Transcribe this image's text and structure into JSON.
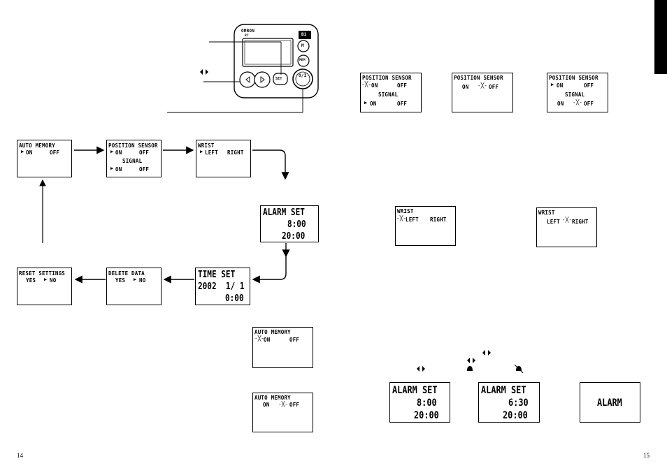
{
  "page": {
    "left_number": "14",
    "right_number": "15"
  },
  "device": {
    "brand": "OMRON",
    "model": "R7",
    "badge": "B1",
    "button_m": "M",
    "button_mem": "MEM",
    "button_set": "SET",
    "button_power": "O/I"
  },
  "flow": {
    "auto_memory": {
      "title": "AUTO MEMORY",
      "on": "ON",
      "off": "OFF"
    },
    "position_sensor": {
      "title": "POSITION SENSOR",
      "on": "ON",
      "off": "OFF",
      "signal": "SIGNAL",
      "on2": "ON",
      "off2": "OFF"
    },
    "wrist": {
      "title": "WRIST",
      "left": "LEFT",
      "right": "RIGHT"
    },
    "alarm_set": {
      "title": "ALARM SET",
      "time1": "8:00",
      "time2": "20:00"
    },
    "time_set": {
      "title": "TIME SET",
      "date": "2002  1/ 1",
      "time": "0:00"
    },
    "delete_data": {
      "title": "DELETE DATA",
      "yes": "YES",
      "no": "NO"
    },
    "reset_settings": {
      "title": "RESET SETTINGS",
      "yes": "YES",
      "no": "NO"
    }
  },
  "auto_memory_examples": [
    {
      "title": "AUTO MEMORY",
      "on": "ON",
      "off": "OFF"
    },
    {
      "title": "AUTO MEMORY",
      "on": "ON",
      "off": "OFF"
    }
  ],
  "position_examples": [
    {
      "title": "POSITION SENSOR",
      "on": "ON",
      "off": "OFF",
      "signal": "SIGNAL",
      "on2": "ON",
      "off2": "OFF"
    },
    {
      "title": "POSITION SENSOR",
      "on": "ON",
      "off": "OFF"
    },
    {
      "title": "POSITION SENSOR",
      "on": "ON",
      "off": "OFF",
      "signal": "SIGNAL",
      "on2": "ON",
      "off2": "OFF"
    }
  ],
  "wrist_examples": [
    {
      "title": "WRIST",
      "left": "LEFT",
      "right": "RIGHT"
    },
    {
      "title": "WRIST",
      "left": "LEFT",
      "right": "RIGHT"
    }
  ],
  "alarm_examples": [
    {
      "title": "ALARM SET",
      "time1": "8:00",
      "time2": "20:00"
    },
    {
      "title": "ALARM SET",
      "time1": "6:30",
      "time2": "20:00"
    },
    {
      "title": "ALARM"
    }
  ]
}
